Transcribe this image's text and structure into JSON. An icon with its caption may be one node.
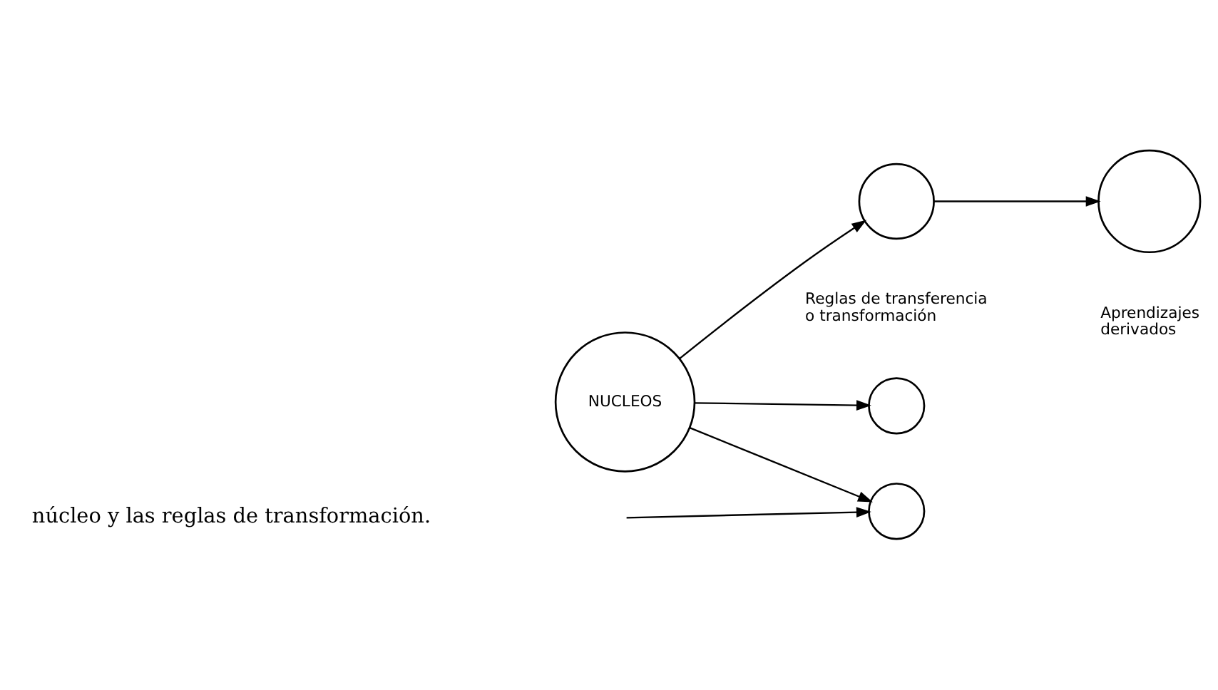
{
  "diagram": {
    "nodes": [
      {
        "text": [
          "NUCLEOS"
        ]
      },
      {
        "text": [],
        "shape": "circle",
        "beside": [
          "Reglas de transferencia o transformación"
        ]
      },
      {
        "text": [],
        "shape": "circle",
        "beside": [
          "Aprendizajes derivados"
        ]
      },
      {
        "text": [],
        "shape": "circle"
      },
      {
        "text": [],
        "shape": "circle"
      }
    ],
    "edges": [
      {
        "from": 0,
        "to": 1,
        "arrow": "to"
      },
      {
        "from": 1,
        "to": 2,
        "arrow": "to"
      },
      {
        "from": 0,
        "to": 3,
        "arrow": "to"
      },
      {
        "from": 0,
        "to": 4,
        "arrow": "to"
      },
      {
        "from": null,
        "to": 4,
        "arrow": "to"
      }
    ],
    "labels": [
      "núcleo y las reglas de transformación."
    ]
  }
}
